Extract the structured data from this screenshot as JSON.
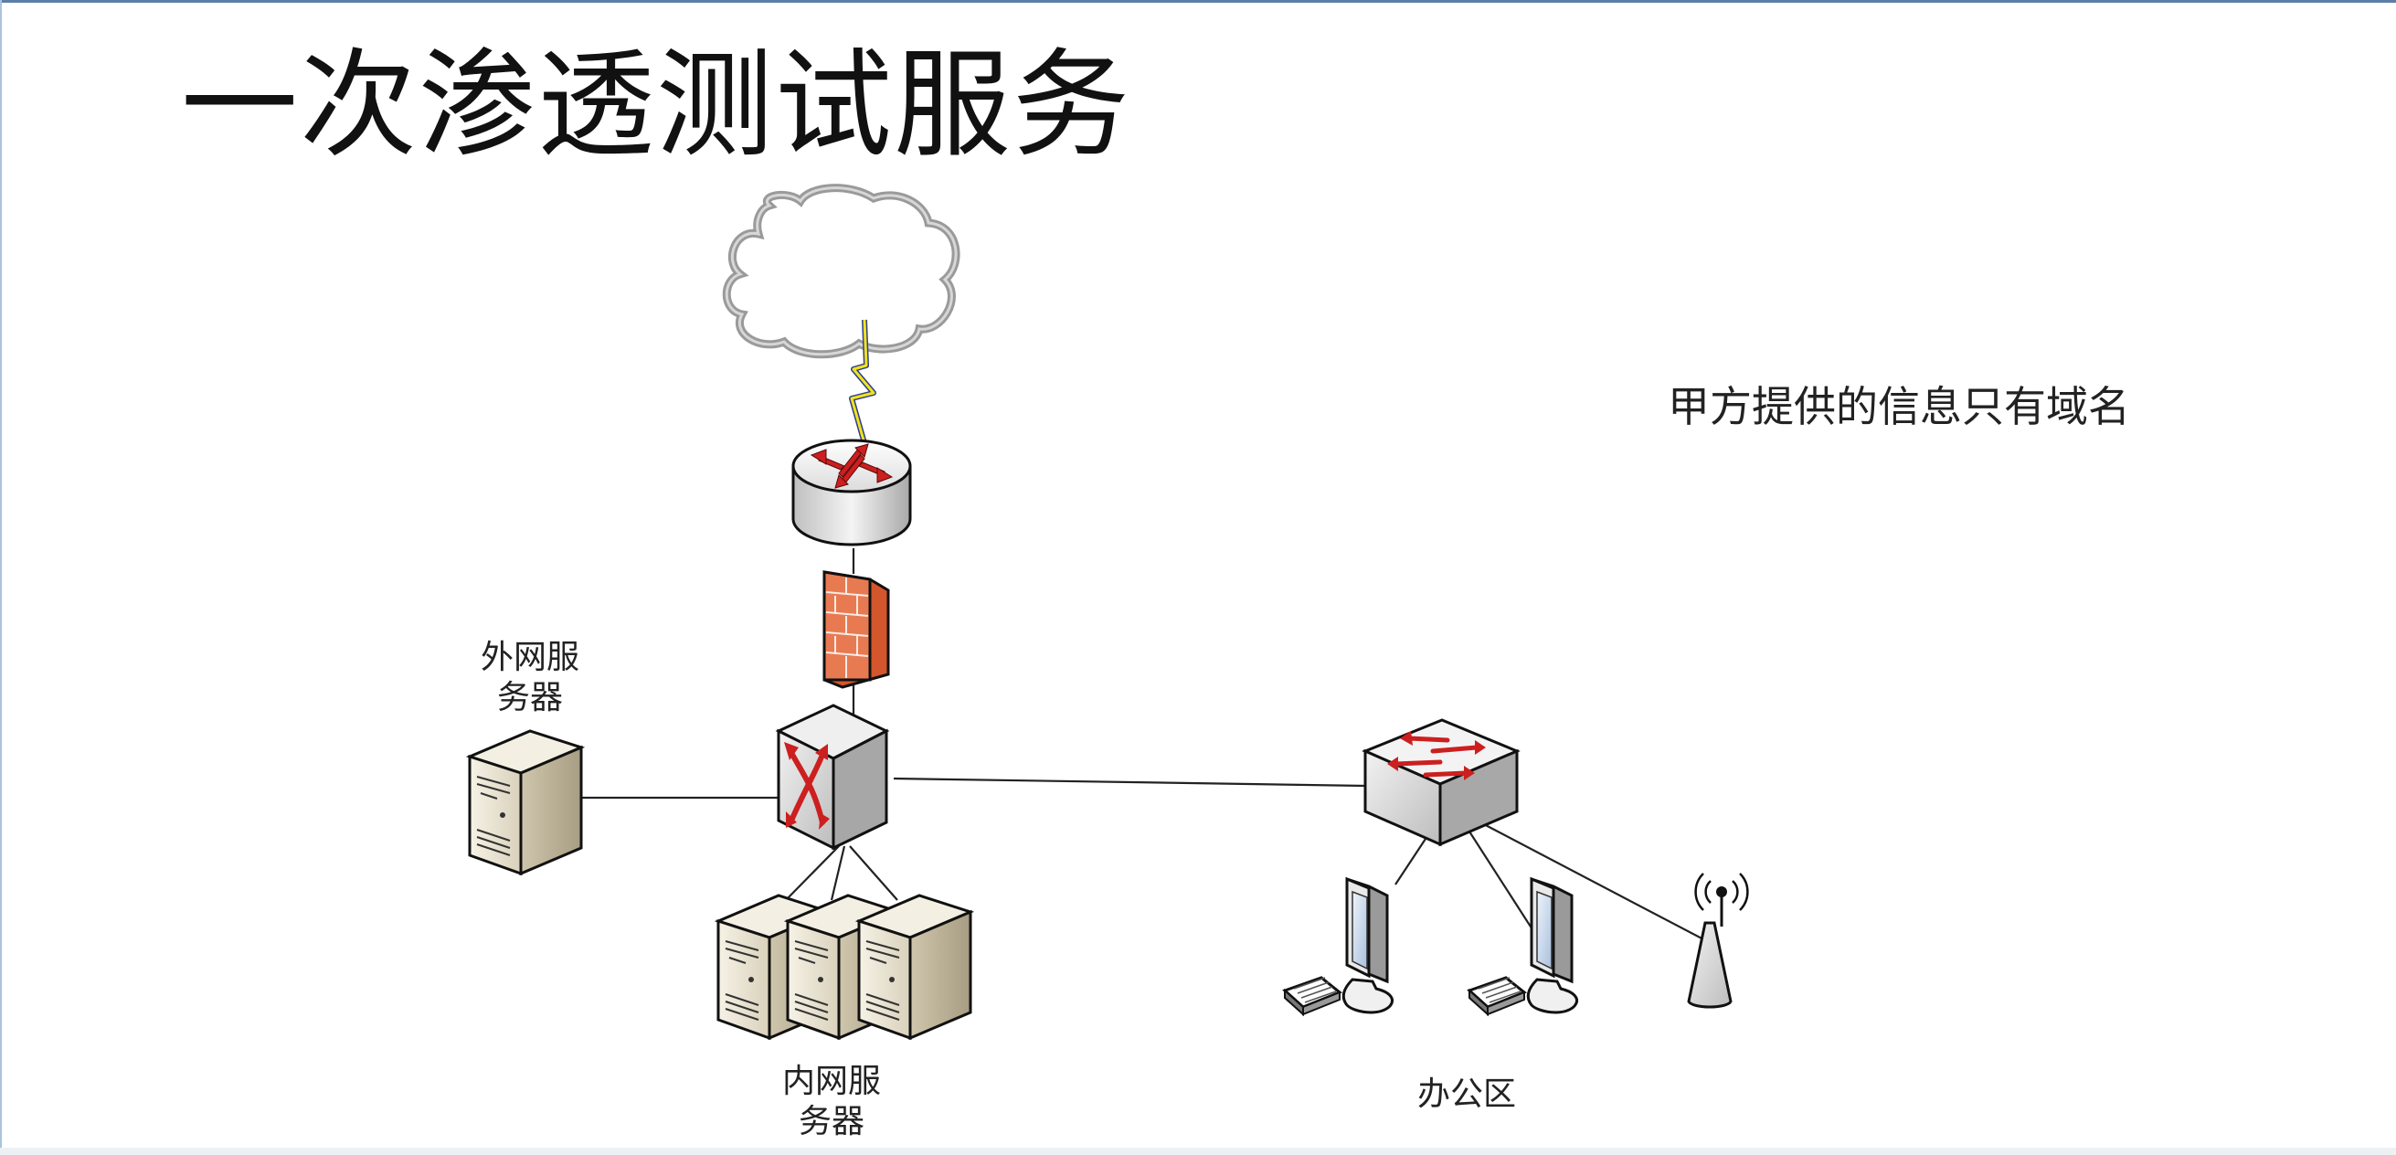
{
  "title": "一次渗透测试服务",
  "note": "甲方提供的信息只有域名",
  "labels": {
    "external_server_line1": "外网服",
    "external_server_line2": "务器",
    "internal_server_line1": "内网服",
    "internal_server_line2": "务器",
    "office": "办公区"
  },
  "nodes": [
    {
      "name": "cloud-icon",
      "icon": "internet-cloud"
    },
    {
      "name": "lightning-icon",
      "icon": "wan-link"
    },
    {
      "name": "router-icon",
      "icon": "router"
    },
    {
      "name": "firewall-icon",
      "icon": "brick-firewall"
    },
    {
      "name": "core-switch-icon",
      "icon": "layer3-switch"
    },
    {
      "name": "external-server-icon",
      "icon": "tower-server"
    },
    {
      "name": "internal-servers-icon",
      "icon": "tower-server-group"
    },
    {
      "name": "office-switch-icon",
      "icon": "workgroup-switch"
    },
    {
      "name": "workstation-icon",
      "icon": "pc-monitor-keyboard"
    },
    {
      "name": "wireless-ap-icon",
      "icon": "access-point"
    }
  ],
  "colors": {
    "arrow_red": "#cc1f1f",
    "brick": "#e46a3f",
    "server_beige": "#e2dccb",
    "screen_blue": "#c9d8ec",
    "bolt_yellow": "#f1e21d",
    "top_rule": "#5b7fa6"
  }
}
